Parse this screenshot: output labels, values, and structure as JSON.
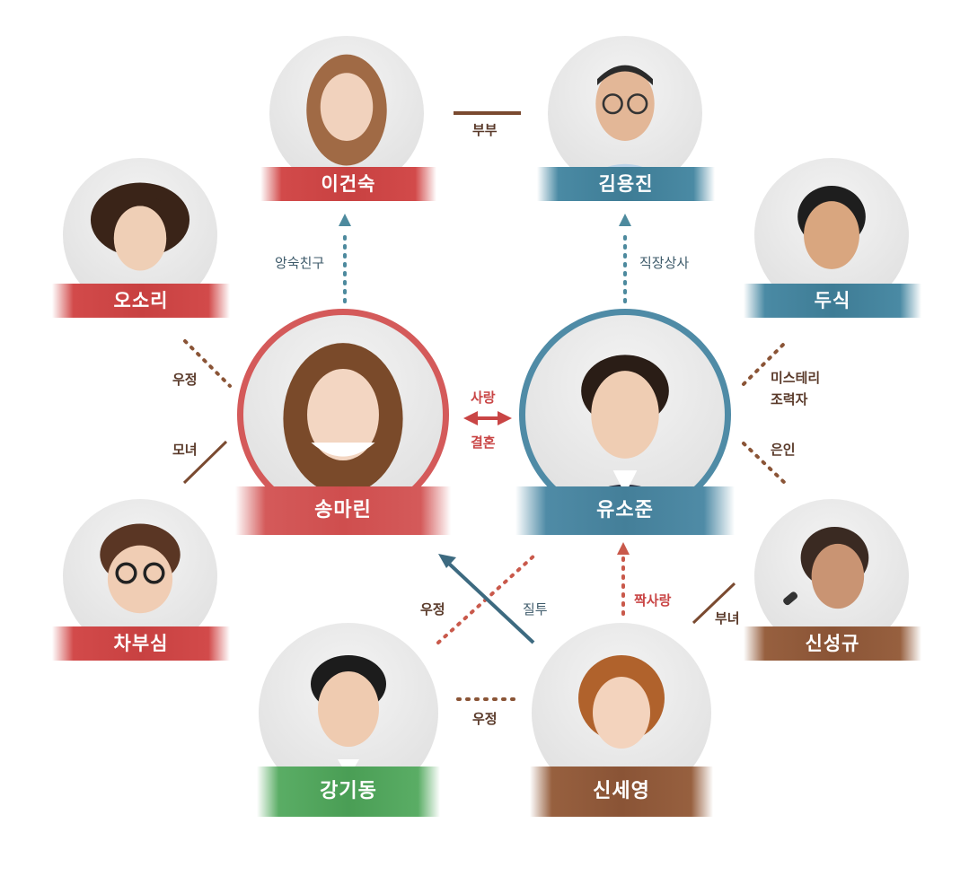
{
  "colors": {
    "red": "#c84141",
    "blue": "#3e7c95",
    "green": "#4a9e55",
    "brown": "#8a5436",
    "dot_teal": "#4d8a9e",
    "dot_red": "#c9594b",
    "dot_brown": "#8a5436",
    "arrow_red": "#c94545",
    "arrow_slate": "#3d6a80"
  },
  "characters": {
    "songmarin": {
      "name": "송마린"
    },
    "yusojun": {
      "name": "유소준"
    },
    "igeonsuk": {
      "name": "이건숙"
    },
    "gimyongjin": {
      "name": "김용진"
    },
    "osori": {
      "name": "오소리"
    },
    "dusik": {
      "name": "두식"
    },
    "chabusim": {
      "name": "차부심"
    },
    "sinseonggyu": {
      "name": "신성규"
    },
    "ganggidong": {
      "name": "강기동"
    },
    "sinseyeong": {
      "name": "신세영"
    }
  },
  "relations": {
    "bubu": "부부",
    "angsuk_chingu": "앙숙친구",
    "jikjang_sangsa": "직장상사",
    "ujeong_osori": "우정",
    "monyeo": "모녀",
    "sarang": "사랑",
    "gyeolhon": "결혼",
    "mystery": "미스테리",
    "joryeokja": "조력자",
    "eunin": "은인",
    "ujeong_center": "우정",
    "jiltu": "질투",
    "jjaksarang": "짝사랑",
    "bunyeo": "부녀",
    "ujeong_bottom": "우정"
  }
}
